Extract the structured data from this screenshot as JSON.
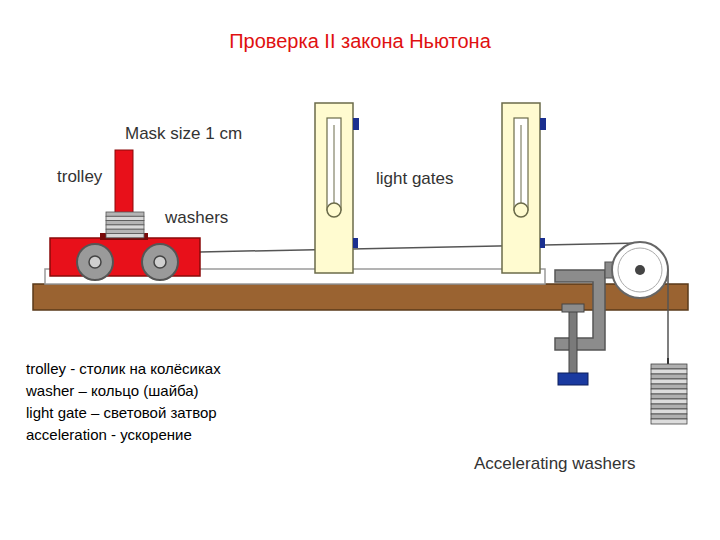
{
  "diagram": {
    "title": "Проверка II закона Ньютона",
    "labels": [
      "Mask size 1 cm",
      "trolley",
      "washers",
      "light gates",
      "Accelerating washers",
      "trolley - столик на колёсиках",
      "washer – кольцо (шайба)",
      "light gate – световой затвор",
      "acceleration - ускорение"
    ]
  }
}
